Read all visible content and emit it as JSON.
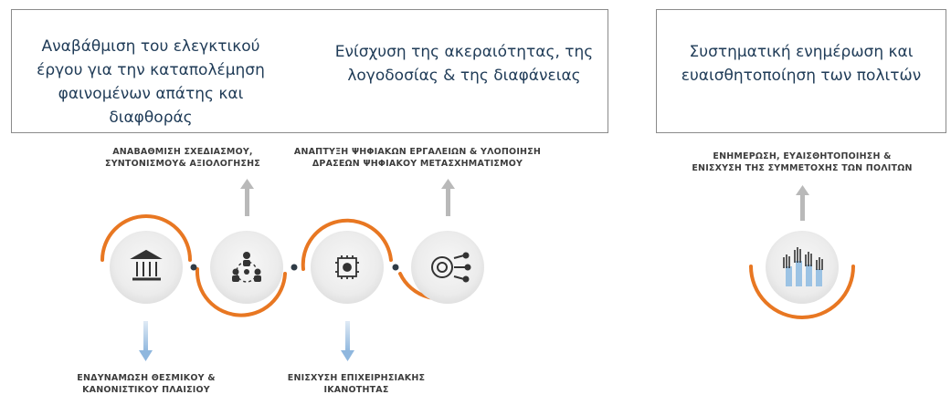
{
  "boxes": {
    "box1_text": "Αναβάθμιση του ελεγκτικού\nέργου για την καταπολέμηση\nφαινομένων απάτης και\nδιαφθοράς",
    "box2_text": "Ενίσχυση της ακεραιότητας, της\nλογοδοσίας & της διαφάνειας",
    "box3_text": "Συστηματική ενημέρωση και\nευαισθητοποίηση των πολιτών"
  },
  "captions": {
    "top_1": "ΑΝΑΒΑΘΜΙΣΗ ΣΧΕΔΙΑΣΜΟΥ,\nΣΥΝΤΟΝΙΣΜΟΥ& ΑΞΙΟΛΟΓΗΣΗΣ",
    "top_2": "ΑΝΑΠΤΥΞΗ ΨΗΦΙΑΚΩΝ ΕΡΓΑΛΕΙΩΝ & ΥΛΟΠΟΙΗΣΗ\nΔΡΑΣΕΩΝ ΨΗΦΙΑΚΟΥ ΜΕΤΑΣΧΗΜΑΤΙΣΜΟΥ",
    "top_3": "ΕΝΗΜΕΡΩΣΗ, ΕΥΑΙΣΘΗΤΟΠΟΙΗΣΗ &\nΕΝΙΣΧΥΣΗ ΤΗΣ ΣΥΜΜΕΤΟΧΗΣ ΤΩΝ ΠΟΛΙΤΩΝ",
    "bottom_1": "ΕΝΔΥΝΑΜΩΣΗ ΘΕΣΜΙΚΟΥ &\nΚΑΝΟΝΙΣΤΙΚΟΥ ΠΛΑΙΣΙΟΥ",
    "bottom_2": "ΕΝΙΣΧΥΣΗ ΕΠΙΧΕΙΡΗΣΙΑΚΗΣ\nΙΚΑΝΟΤΗΤΑΣ"
  },
  "icons": [
    "institution-icon",
    "team-network-icon",
    "chip-gear-icon",
    "digital-gear-icon",
    "raised-hands-icon"
  ],
  "colors": {
    "accent_orange": "#e87722",
    "accent_blue": "#9cc3e4",
    "box_text": "#1f3b57",
    "arrow_gray": "#b9b9b9",
    "icon_dark": "#333333"
  }
}
